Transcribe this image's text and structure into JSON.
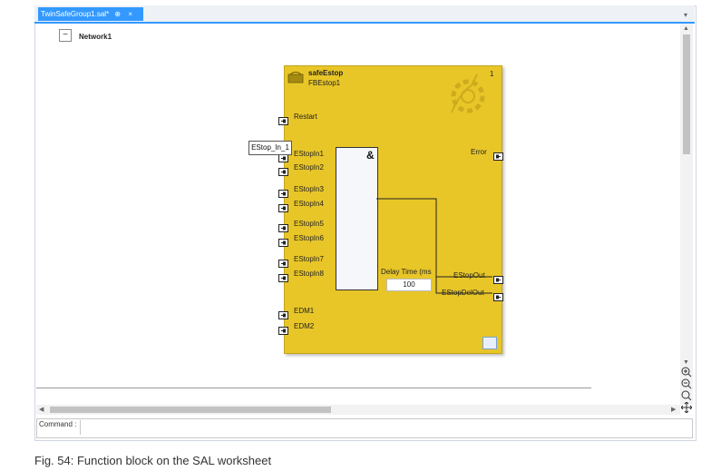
{
  "tab": {
    "title": "TwinSafeGroup1.sal*",
    "pin": "⊕",
    "close": "×"
  },
  "network": {
    "collapse_symbol": "−",
    "label": "Network1"
  },
  "function_block": {
    "type_name": "safeEstop",
    "instance_name": "FBEstop1",
    "number": "1",
    "and_symbol": "&",
    "inputs": [
      "Restart",
      "EStopIn1",
      "EStopIn2",
      "EStopIn3",
      "EStopIn4",
      "EStopIn5",
      "EStopIn6",
      "EStopIn7",
      "EStopIn8",
      "EDM1",
      "EDM2"
    ],
    "outputs": [
      "Error",
      "EStopOut",
      "EStopDelOut"
    ],
    "connected_variable": "EStop_In_1",
    "delay_label": "Delay Time (ms",
    "delay_value": "100",
    "block_color": "#e8c628"
  },
  "command": {
    "label": "Command :"
  },
  "caption": "Fig. 54: Function block on the SAL worksheet",
  "icons": [
    "pin-icon",
    "close-icon",
    "dropdown-icon",
    "zoom-in-icon",
    "zoom-out-icon",
    "zoom-fit-icon",
    "pan-icon",
    "gear-watermark-icon",
    "fb-type-icon",
    "port-icon"
  ]
}
